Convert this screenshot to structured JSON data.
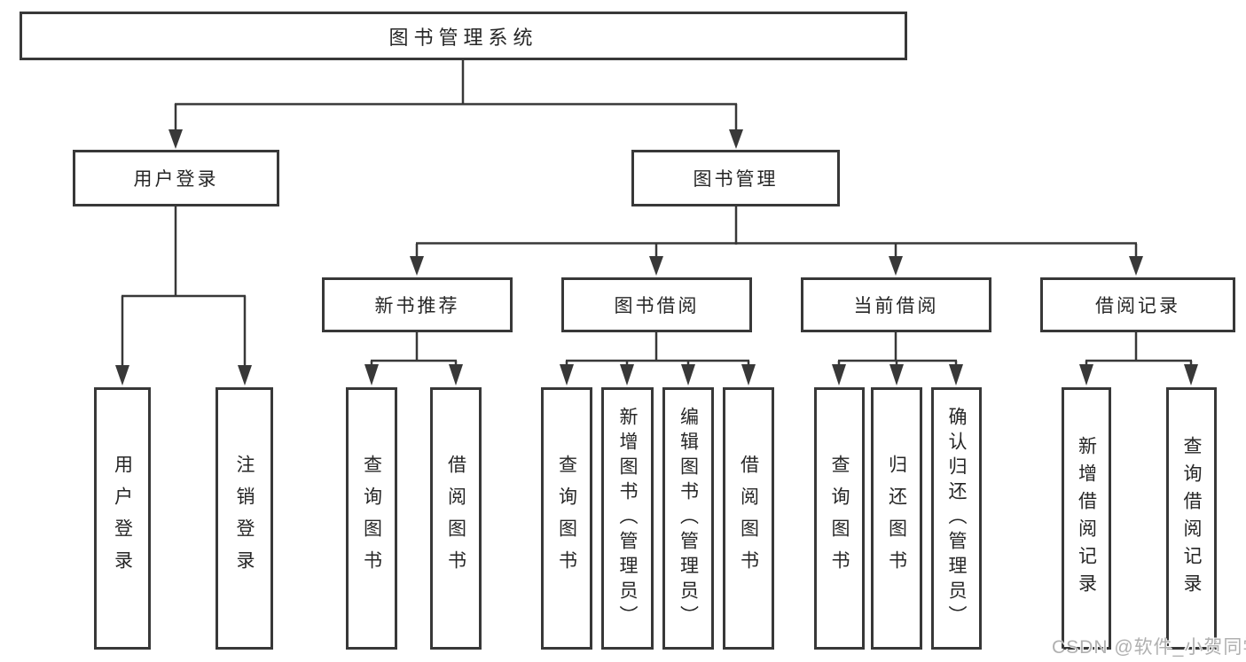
{
  "diagram": {
    "root": "图书管理系统",
    "login_branch": {
      "label": "用户登录",
      "children": [
        "用户登录",
        "注销登录"
      ]
    },
    "management_branch": {
      "label": "图书管理",
      "groups": [
        {
          "label": "新书推荐",
          "children": [
            "查询图书",
            "借阅图书"
          ]
        },
        {
          "label": "图书借阅",
          "children": [
            "查询图书",
            "新增图书（管理员）",
            "编辑图书（管理员）",
            "借阅图书"
          ]
        },
        {
          "label": "当前借阅",
          "children": [
            "查询图书",
            "归还图书",
            "确认归还（管理员）"
          ]
        },
        {
          "label": "借阅记录",
          "children": [
            "新增借阅记录",
            "查询借阅记录"
          ]
        }
      ]
    }
  },
  "watermark": "CSDN @软件_小贺同学",
  "colors": {
    "line": "#383838",
    "text": "#262626",
    "watermark": "#b0b0b0",
    "background": "#ffffff"
  }
}
